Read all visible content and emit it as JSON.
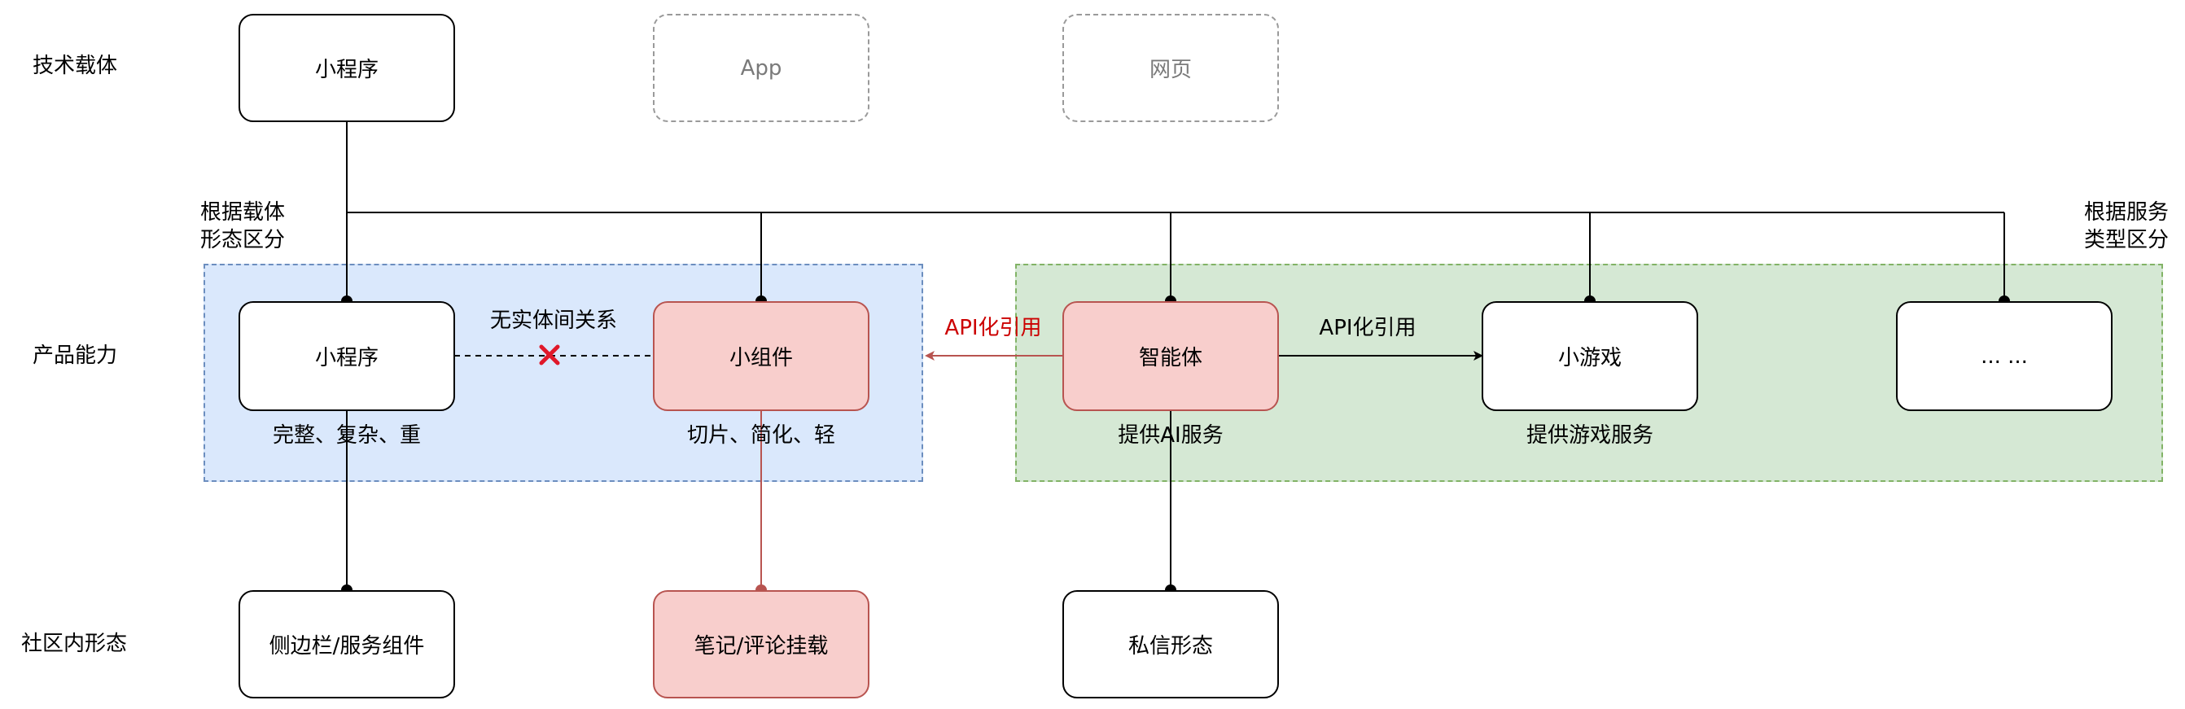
{
  "rows": {
    "carrier": "技术载体",
    "capability": "产品能力",
    "community": "社区内形态"
  },
  "group_labels": {
    "left_line1": "根据载体",
    "left_line2": "形态区分",
    "right_line1": "根据服务",
    "right_line2": "类型区分"
  },
  "carriers": {
    "miniprogram": "小程序",
    "app": "App",
    "webpage": "网页"
  },
  "capabilities": {
    "miniprogram": "小程序",
    "widget": "小组件",
    "agent": "智能体",
    "minigame": "小游戏",
    "more": "... ..."
  },
  "descriptions": {
    "miniprogram": "完整、复杂、重",
    "widget": "切片、简化、轻",
    "agent": "提供AI服务",
    "minigame": "提供游戏服务"
  },
  "relations": {
    "no_relation": "无实体间关系",
    "api_ref_red": "API化引用",
    "api_ref_black": "API化引用"
  },
  "forms": {
    "sidebar": "侧边栏/服务组件",
    "notes": "笔记/评论挂载",
    "dm": "私信形态"
  },
  "colors": {
    "blue_fill": "#dae8fc",
    "blue_border": "#6c8ebf",
    "green_fill": "#d5e8d4",
    "green_border": "#82b366",
    "pink_fill": "#f8cecc",
    "pink_border": "#b85450",
    "red_text": "#cc0000",
    "cross": "#e0182a"
  }
}
